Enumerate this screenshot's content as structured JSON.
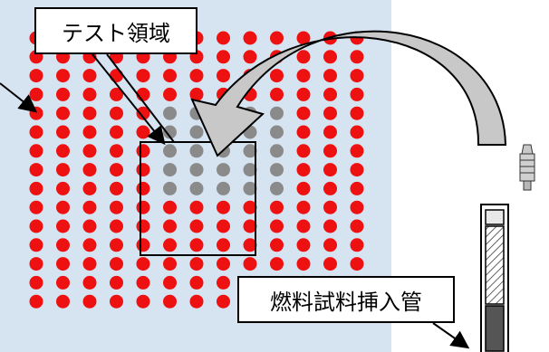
{
  "labels": {
    "test_region": "テスト領域",
    "fuel_tube": "燃料試料挿入管"
  },
  "colors": {
    "background_panel": "#d6e4f2",
    "fuel_pin": "#ee1111",
    "test_pin": "#8a8a8a",
    "arrow_fill": "#c8c8c8",
    "outline": "#000000"
  },
  "lattice": {
    "rows": 15,
    "cols": 13,
    "test_rows": 5,
    "test_cols": 5
  }
}
